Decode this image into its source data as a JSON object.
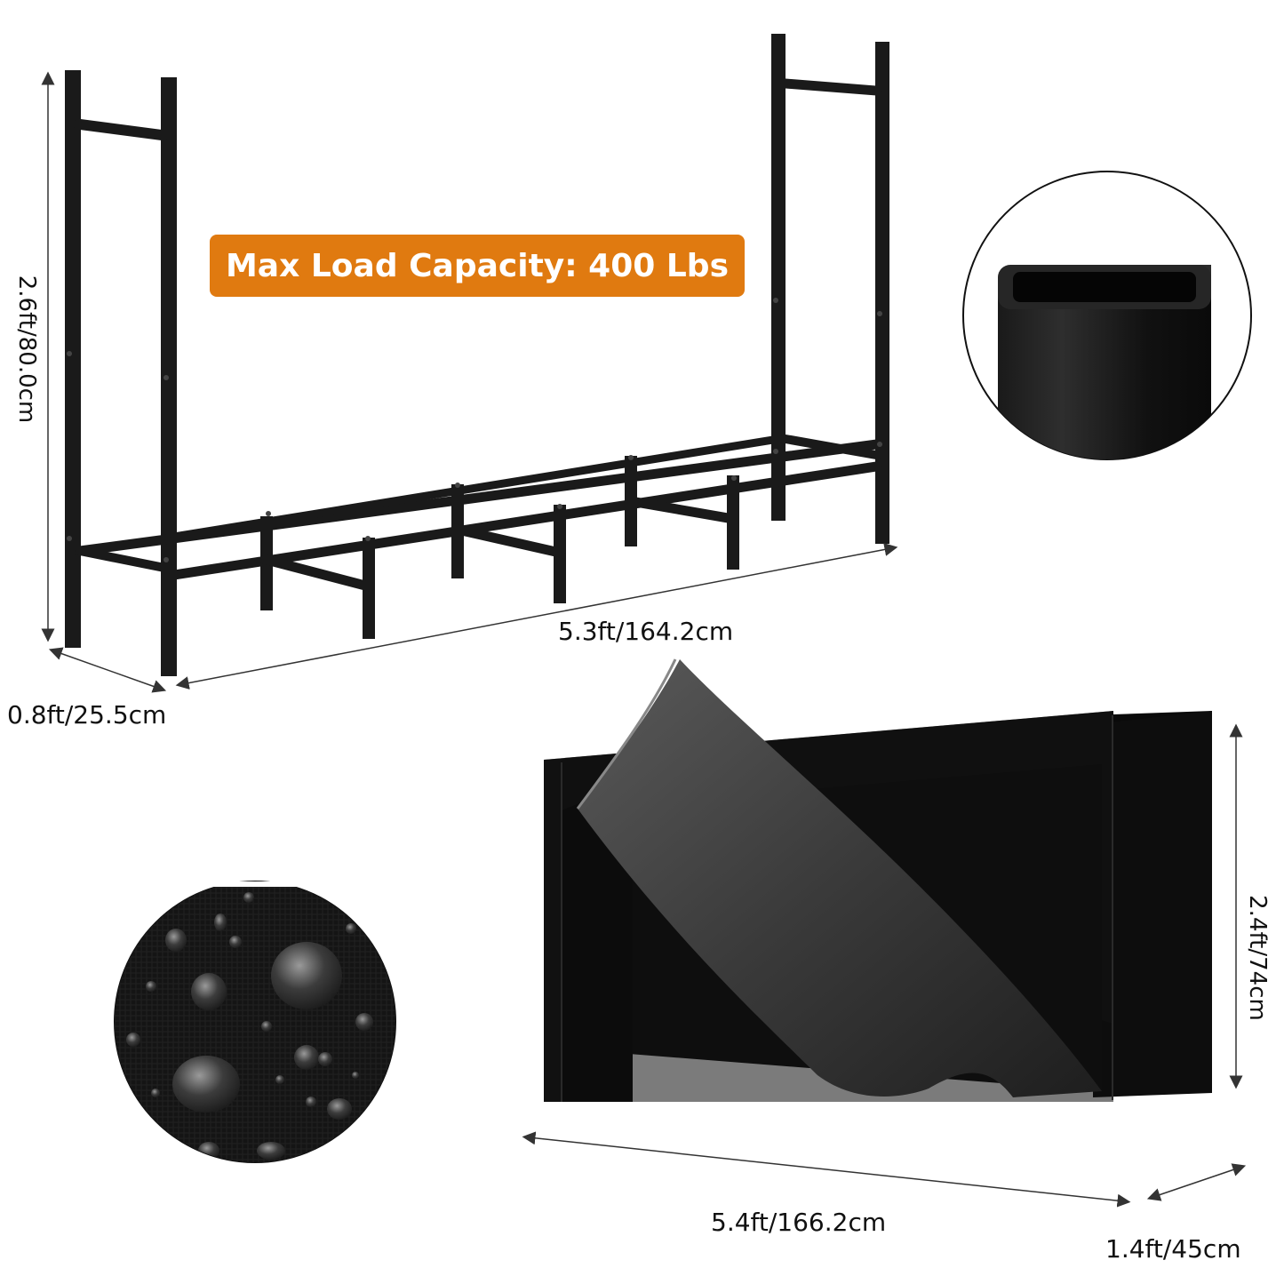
{
  "badge": {
    "text": "Max Load Capacity: 400 Lbs",
    "color": "#e07a10"
  },
  "rack_dimensions": {
    "height": "2.6ft/80.0cm",
    "length": "5.3ft/164.2cm",
    "depth": "0.8ft/25.5cm"
  },
  "cover_dimensions": {
    "height": "2.4ft/74cm",
    "length": "5.4ft/166.2cm",
    "depth": "1.4ft/45cm"
  },
  "colors": {
    "frame": "#1a1a1a",
    "cover": "#0c0c0c",
    "background": "#ffffff"
  }
}
